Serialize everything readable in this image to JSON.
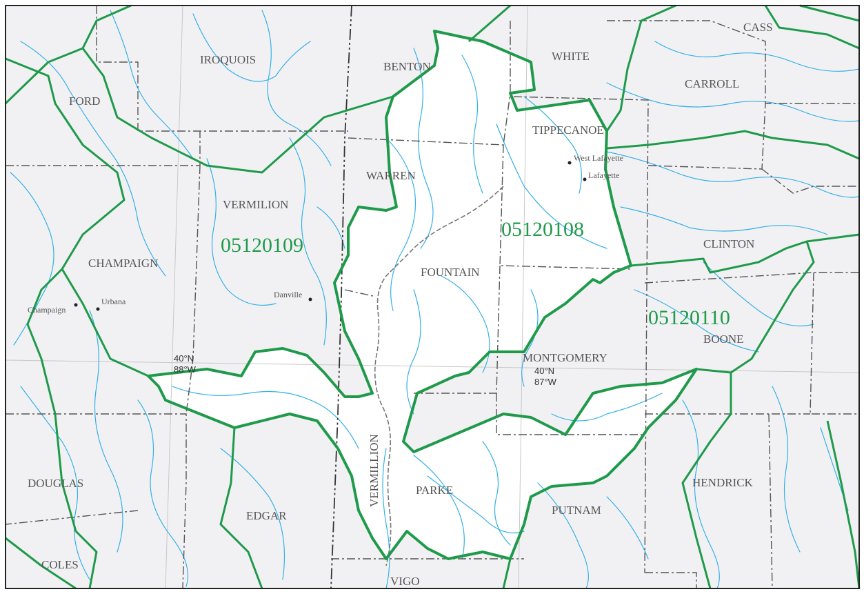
{
  "counties": {
    "iroquois": "IROQUOIS",
    "benton": "BENTON",
    "white": "WHITE",
    "cass": "CASS",
    "ford": "FORD",
    "carroll": "CARROLL",
    "tippecanoe": "TIPPECANOE",
    "warren": "WARREN",
    "vermilion": "VERMILION",
    "champaign": "CHAMPAIGN",
    "fountain": "FOUNTAIN",
    "clinton": "CLINTON",
    "boone": "BOONE",
    "montgomery": "MONTGOMERY",
    "vermillion": "VERMILLION",
    "douglas": "DOUGLAS",
    "parke": "PARKE",
    "hendrick": "HENDRICK",
    "edgar": "EDGAR",
    "putnam": "PUTNAM",
    "coles": "COLES",
    "vigo": "VIGO"
  },
  "hucs": {
    "huc_109": "05120109",
    "huc_108": "05120108",
    "huc_110": "05120110"
  },
  "cities": {
    "west_lafayette": "West Lafayette",
    "lafayette": "Lafayette",
    "danville": "Danville",
    "champaign": "Champaign",
    "urbana": "Urbana"
  },
  "coordinates": {
    "west_lat": "40°N",
    "west_lon": "88°W",
    "east_lat": "40°N",
    "east_lon": "87°W"
  },
  "colors": {
    "huc_boundary": "#1f9a4a",
    "river": "#33b0e6",
    "outside_fill": "#f1f1f4",
    "basin_fill": "#ffffff"
  }
}
